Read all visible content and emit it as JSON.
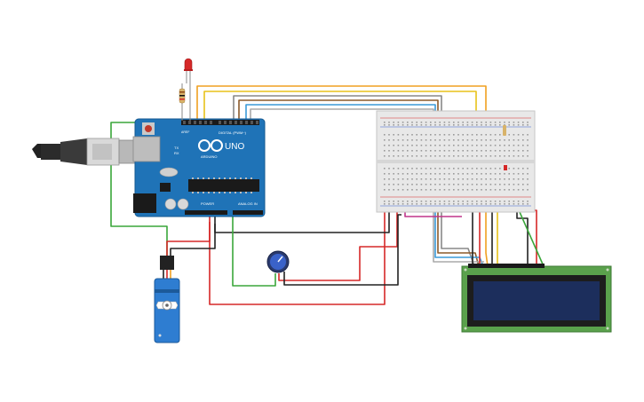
{
  "arduino": {
    "brand": "ARDUINO",
    "model": "UNO",
    "digital_label": "DIGITAL (PWM~)",
    "analog_label": "ANALOG IN",
    "power_label": "POWER",
    "tx_label": "TX",
    "rx_label": "RX",
    "aref_label": "AREF"
  },
  "colors": {
    "board": "#1f73b7",
    "breadboard": "#e8e8e8",
    "lcd_pcb": "#5aa14c",
    "lcd_screen": "#1c2e5c",
    "wire_red": "#d62828",
    "wire_black": "#222222",
    "wire_green": "#3aa63a",
    "wire_orange": "#f0a020",
    "wire_yellow": "#e8c21a",
    "wire_brown": "#8b5a2b",
    "wire_blue": "#3a9ad9",
    "wire_gray": "#888888",
    "wire_magenta": "#c0358a"
  },
  "components": {
    "led": "red-led",
    "resistor": "resistor",
    "servo": "micro-servo",
    "potentiometer": "potentiometer",
    "lcd": "lcd-16x2",
    "usb": "usb-cable"
  }
}
